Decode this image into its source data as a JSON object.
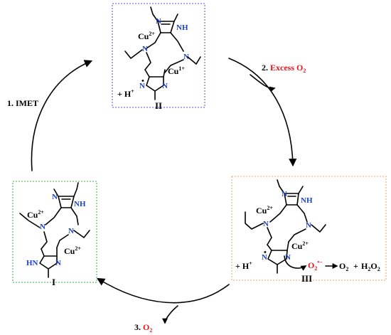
{
  "steps": {
    "step1": "1. IMET",
    "step2_num": "2.",
    "step2_text": "Excess O",
    "step2_sub": "2",
    "step3_num": "3.",
    "step3_text": "O",
    "step3_sub": "2"
  },
  "complexes": [
    {
      "id": "II",
      "label": "II",
      "metal1": "Cu",
      "metal1_charge": "2+",
      "metal2": "Cu",
      "metal2_charge": "1+",
      "proton": "+ H",
      "proton_charge": "+",
      "box_color": "#5a4fd6"
    },
    {
      "id": "III",
      "label": "III",
      "metal1": "Cu",
      "metal1_charge": "2+",
      "metal2": "Cu",
      "metal2_charge": "2+",
      "proton": "+ H",
      "proton_charge": "+",
      "box_color": "#f2a35c"
    },
    {
      "id": "I",
      "label": "I",
      "metal1": "Cu",
      "metal1_charge": "2+",
      "metal2": "Cu",
      "metal2_charge": "2+",
      "box_color": "#3cb043"
    }
  ],
  "superoxide": {
    "species": "O",
    "sub": "2",
    "charge": "•−",
    "products": "O",
    "products_sub": "2",
    "plus": "+",
    "peroxide": "H",
    "peroxide_sub1": "2",
    "peroxide_o": "O",
    "peroxide_sub2": "2"
  },
  "atoms": {
    "N": "N",
    "NH": "NH",
    "HN": "HN",
    "radical": "•"
  },
  "colors": {
    "red": "#e8141c",
    "blue_n": "#1a3fd1",
    "arrow": "#000000"
  }
}
